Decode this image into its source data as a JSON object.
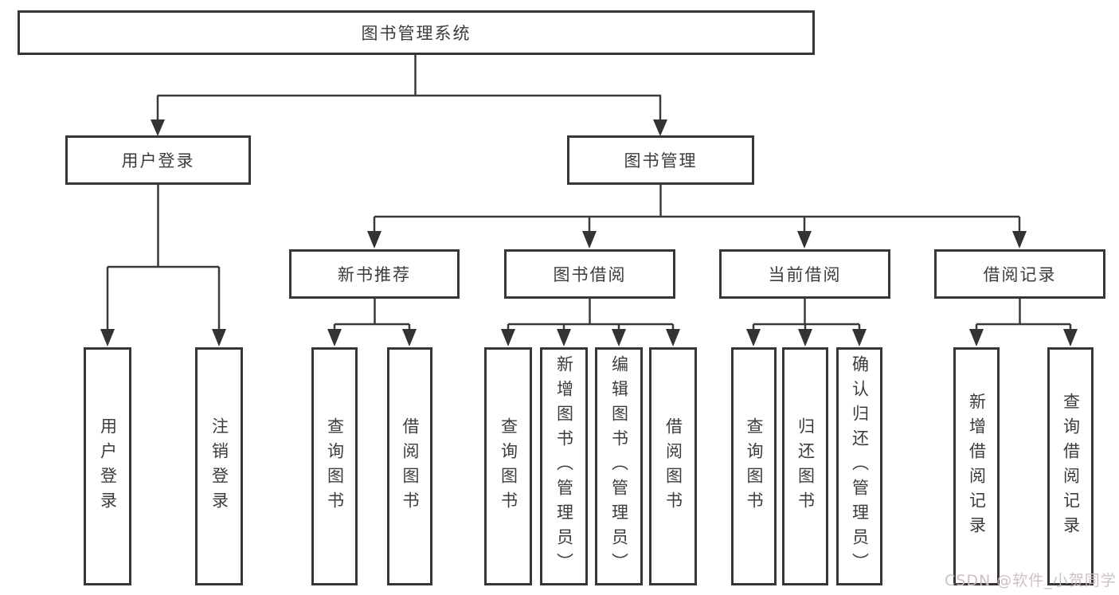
{
  "tree": {
    "root": "图书管理系统",
    "branches": [
      {
        "label": "用户登录",
        "children": [
          "用户登录",
          "注销登录"
        ]
      },
      {
        "label": "图书管理",
        "groups": [
          {
            "label": "新书推荐",
            "children": [
              "查询图书",
              "借阅图书"
            ]
          },
          {
            "label": "图书借阅",
            "children": [
              "查询图书",
              "新增图书（管理员）",
              "编辑图书（管理员）",
              "借阅图书"
            ]
          },
          {
            "label": "当前借阅",
            "children": [
              "查询图书",
              "归还图书",
              "确认归还（管理员）"
            ]
          },
          {
            "label": "借阅记录",
            "children": [
              "新增借阅记录",
              "查询借阅记录"
            ]
          }
        ]
      }
    ]
  },
  "watermark": "CSDN @软件_小贺同学",
  "colors": {
    "line": "#3a3a3a",
    "box_border": "#363636",
    "text": "#3c3c3c",
    "watermark": "#cabebe",
    "background": "#ffffff"
  }
}
